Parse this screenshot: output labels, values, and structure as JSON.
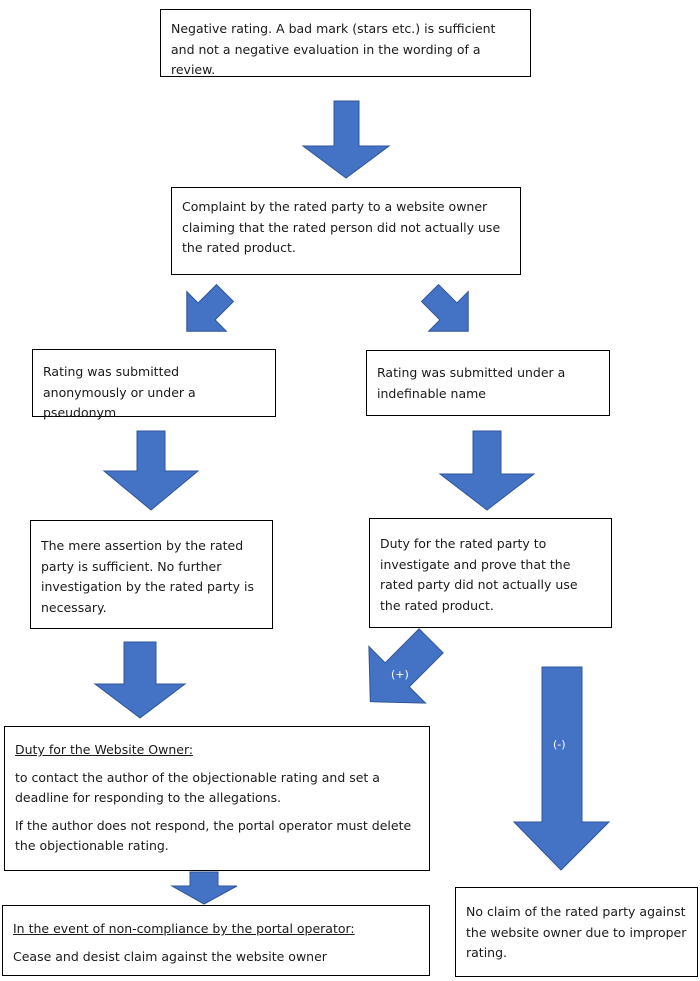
{
  "boxes": {
    "negative_rating": "Negative rating. A bad mark (stars etc.) is sufficient and not a negative evaluation in the wording of a review.",
    "complaint": "Complaint by the rated party to a website owner claiming that the rated person did not actually use the rated product.",
    "anonymous": "Rating was submitted anonymously or under a pseudonym",
    "indefinable": "Rating was submitted under a indefinable name",
    "mere_assertion": "The mere assertion by the rated party is sufficient. No further investigation by the rated party is necessary.",
    "duty_investigate": "Duty for the rated party to investigate and prove that the rated party did not actually use the rated product.",
    "website_owner_heading": "Duty for the Website Owner:",
    "website_owner_p1": "to contact the author of the objectionable rating and set a deadline for responding to the allegations.",
    "website_owner_p2": "If the author does not respond, the portal operator must delete the objectionable rating.",
    "noncompliance_heading": "In the event of non-compliance by the portal operator:",
    "noncompliance_text": "Cease and desist claim against the website owner",
    "no_claim": "No claim of the rated party against the website owner due to improper rating."
  },
  "arrow_labels": {
    "plus": "(+)",
    "minus": "(-)"
  },
  "colors": {
    "arrow_fill": "#4472c4",
    "arrow_stroke": "#2f5597",
    "box_border": "#000000"
  }
}
